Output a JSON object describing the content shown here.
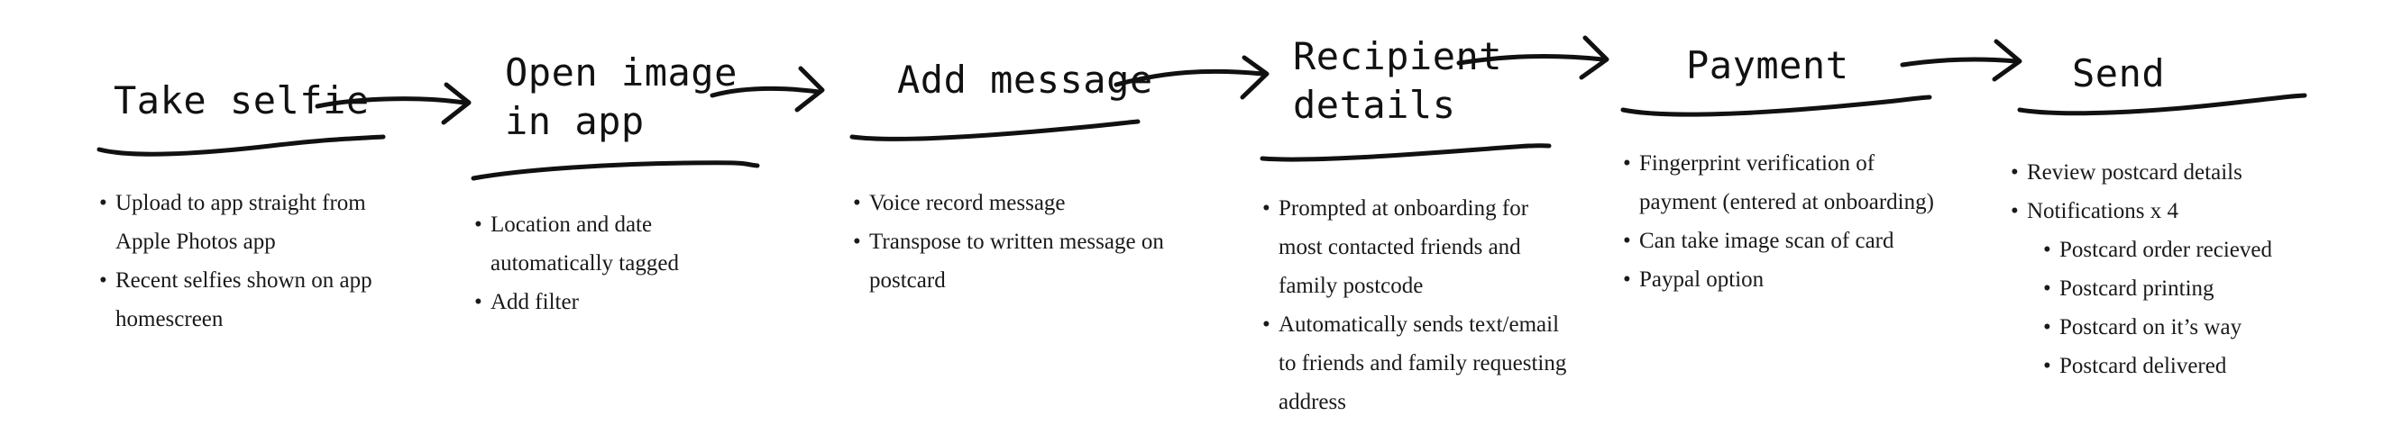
{
  "steps": [
    {
      "title_lines": [
        "Take selfie"
      ],
      "bullets": [
        {
          "text": "Upload to app straight from Apple Photos app",
          "level": 0
        },
        {
          "text": "Recent selfies shown on app homescreen",
          "level": 0
        }
      ]
    },
    {
      "title_lines": [
        "Open image",
        "in app"
      ],
      "bullets": [
        {
          "text": "Location and date automatically tagged",
          "level": 0
        },
        {
          "text": "Add filter",
          "level": 0
        }
      ]
    },
    {
      "title_lines": [
        "Add message"
      ],
      "bullets": [
        {
          "text": "Voice record message",
          "level": 0
        },
        {
          "text": "Transpose to written message on postcard",
          "level": 0
        }
      ]
    },
    {
      "title_lines": [
        "Recipient",
        "details"
      ],
      "bullets": [
        {
          "text": "Prompted at onboarding for most contacted friends and family postcode",
          "level": 0
        },
        {
          "text": "Automatically sends text/email to friends and family requesting address",
          "level": 0
        }
      ]
    },
    {
      "title_lines": [
        "Payment"
      ],
      "bullets": [
        {
          "text": "Fingerprint verification of payment (entered at onboarding)",
          "level": 0
        },
        {
          "text": "Can take image scan of card",
          "level": 0
        },
        {
          "text": "Paypal option",
          "level": 0
        }
      ]
    },
    {
      "title_lines": [
        "Send"
      ],
      "bullets": [
        {
          "text": "Review postcard details",
          "level": 0
        },
        {
          "text": "Notifications x 4",
          "level": 0
        },
        {
          "text": "Postcard order recieved",
          "level": 1
        },
        {
          "text": "Postcard printing",
          "level": 1
        },
        {
          "text": "Postcard on it’s way",
          "level": 1
        },
        {
          "text": "Postcard delivered",
          "level": 1
        }
      ]
    }
  ],
  "connectors": 5
}
